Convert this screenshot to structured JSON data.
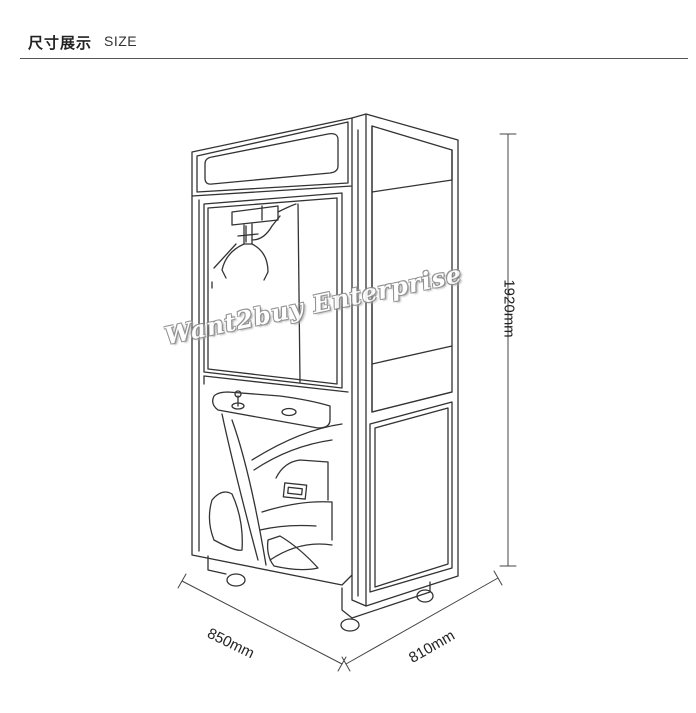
{
  "header": {
    "title_cn": "尺寸展示",
    "title_en": "SIZE"
  },
  "dimensions": {
    "height": "1920mm",
    "width": "850mm",
    "depth": "810mm"
  },
  "watermark": "Want2buy Enterprise",
  "colors": {
    "line": "#333333",
    "background": "#ffffff"
  }
}
